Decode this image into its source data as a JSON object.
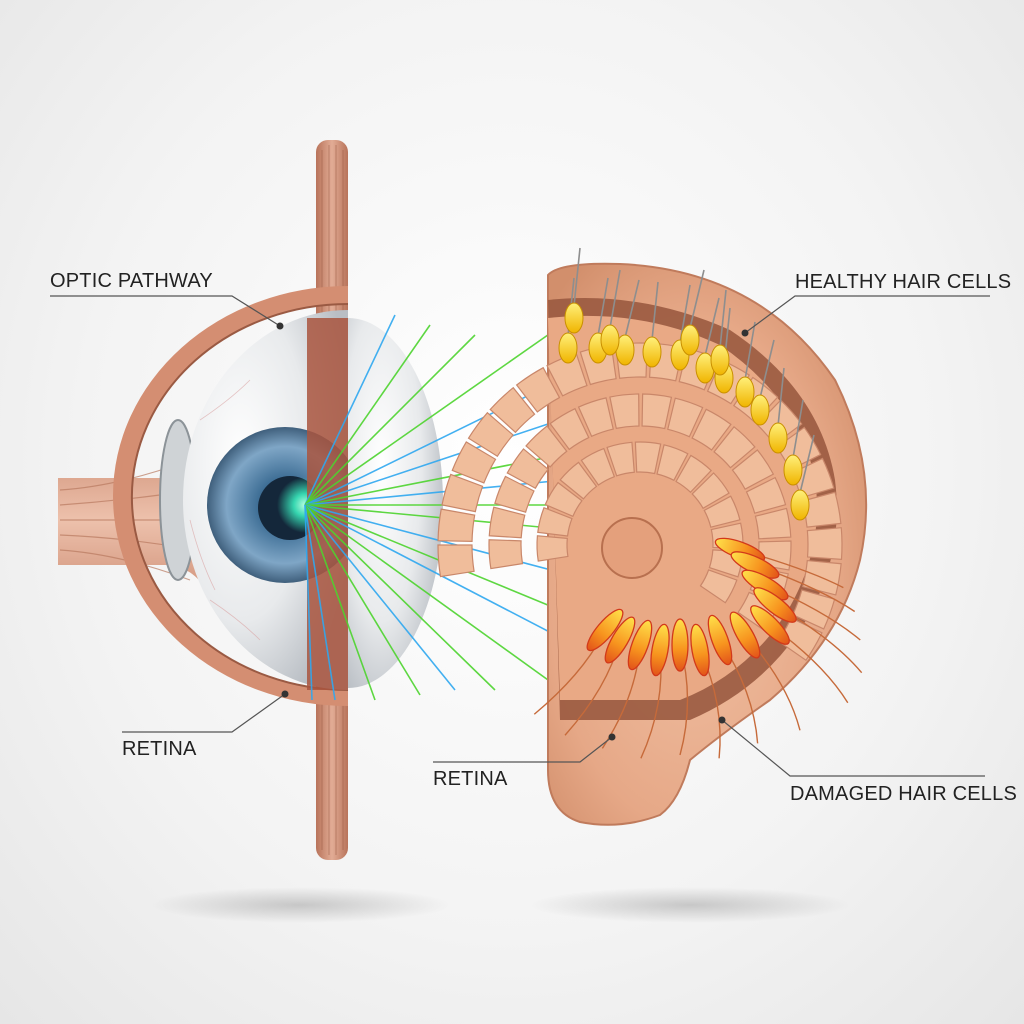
{
  "labels": {
    "optic_pathway": "OPTIC PATHWAY",
    "retina_eye": "RETINA",
    "retina_ear": "RETINA",
    "healthy_hair_cells": "HEALTHY HAIR CELLS",
    "damaged_hair_cells": "DAMAGED HAIR CELLS"
  },
  "colors": {
    "tissue": "#d9977a",
    "tissue_dark": "#a4603f",
    "nerve": "#c98a73",
    "iris": "#5d88ab",
    "ray_green": "#4dd42e",
    "ray_blue": "#2fa8f0",
    "healthy_cell": "#f5c518",
    "damaged_cell": "#f07a1e",
    "leader_line": "#555555"
  },
  "icons": {
    "eye": "eye-cross-section-icon",
    "cochlea": "cochlea-cross-section-icon"
  }
}
